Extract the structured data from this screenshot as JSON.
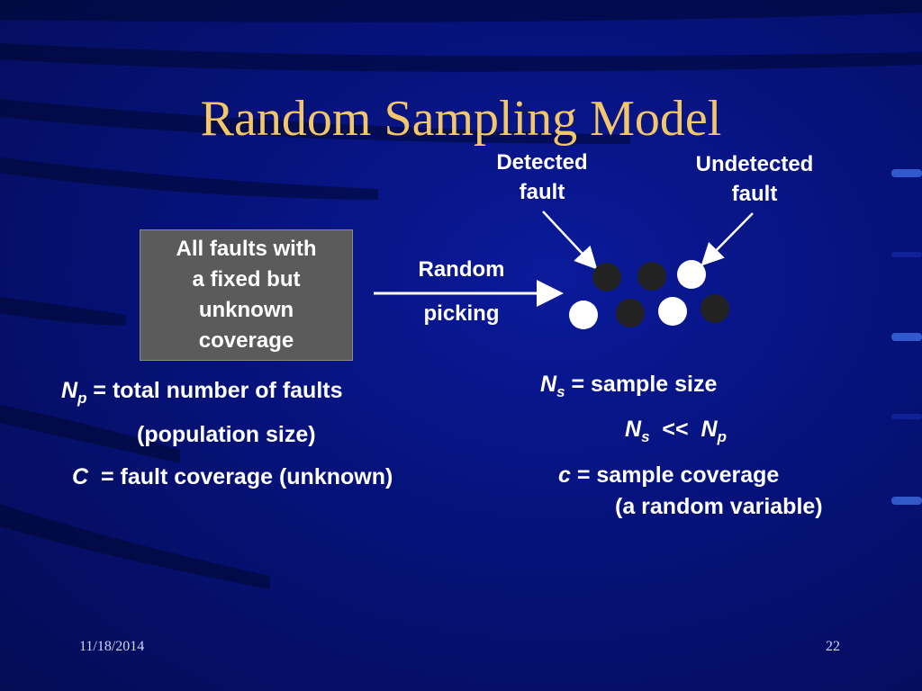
{
  "slide": {
    "title": "Random Sampling Model",
    "box_lines": [
      "All faults with",
      "a fixed but",
      "unknown",
      "coverage"
    ],
    "arrow_label_1": "Random",
    "arrow_label_2": "picking",
    "detected_line1": "Detected",
    "detected_line2": "fault",
    "undetected_line1": "Undetected",
    "undetected_line2": "fault",
    "left_defs": {
      "np_var": "N",
      "np_sub": "p",
      "np_text": " = total number of faults",
      "np_text2": "(population size)",
      "c_var": "C",
      "c_text": "  = fault coverage (unknown)"
    },
    "right_defs": {
      "ns_var": "N",
      "ns_sub": "s",
      "ns_text": " = sample size",
      "cmp_ns_var": "N",
      "cmp_ns_sub": "s",
      "cmp_op": "  <<  ",
      "cmp_np_var": "N",
      "cmp_np_sub": "p",
      "c_var": "c",
      "c_text": " = sample coverage",
      "c_text2": "(a random variable)"
    },
    "date": "11/18/2014",
    "page_number": "22"
  },
  "colors": {
    "title": "#f3c66a",
    "box": "#5b5b5b",
    "detected_dot": "#222222",
    "undetected_dot": "#ffffff"
  }
}
